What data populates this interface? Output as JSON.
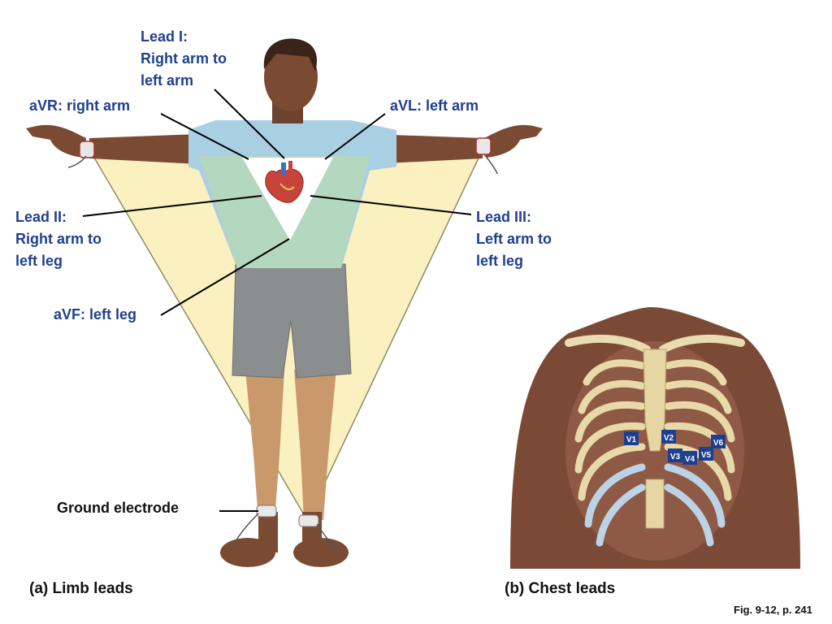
{
  "limb_labels": {
    "lead1": [
      "Lead I:",
      "Right arm to",
      "left arm"
    ],
    "avr": "aVR: right arm",
    "avl": "aVL: left arm",
    "lead2": [
      "Lead II:",
      "Right arm to",
      "left leg"
    ],
    "lead3": [
      "Lead III:",
      "Left arm to",
      "left leg"
    ],
    "avf": "aVF: left leg",
    "ground": "Ground electrode"
  },
  "chest_electrodes": [
    "V1",
    "V2",
    "V3",
    "V4",
    "V5",
    "V6"
  ],
  "captions": {
    "a": "(a) Limb leads",
    "b": "(b) Chest leads",
    "fig": "Fig. 9-12, p. 241"
  },
  "colors": {
    "label_blue": "#1f3f8f",
    "triangle_fill": "#fbf0bf",
    "electrode_blue": "#1d3f8f",
    "skin": "#7a4a33",
    "shirt": "#a9cfe3",
    "shorts": "#8a8e8e"
  }
}
